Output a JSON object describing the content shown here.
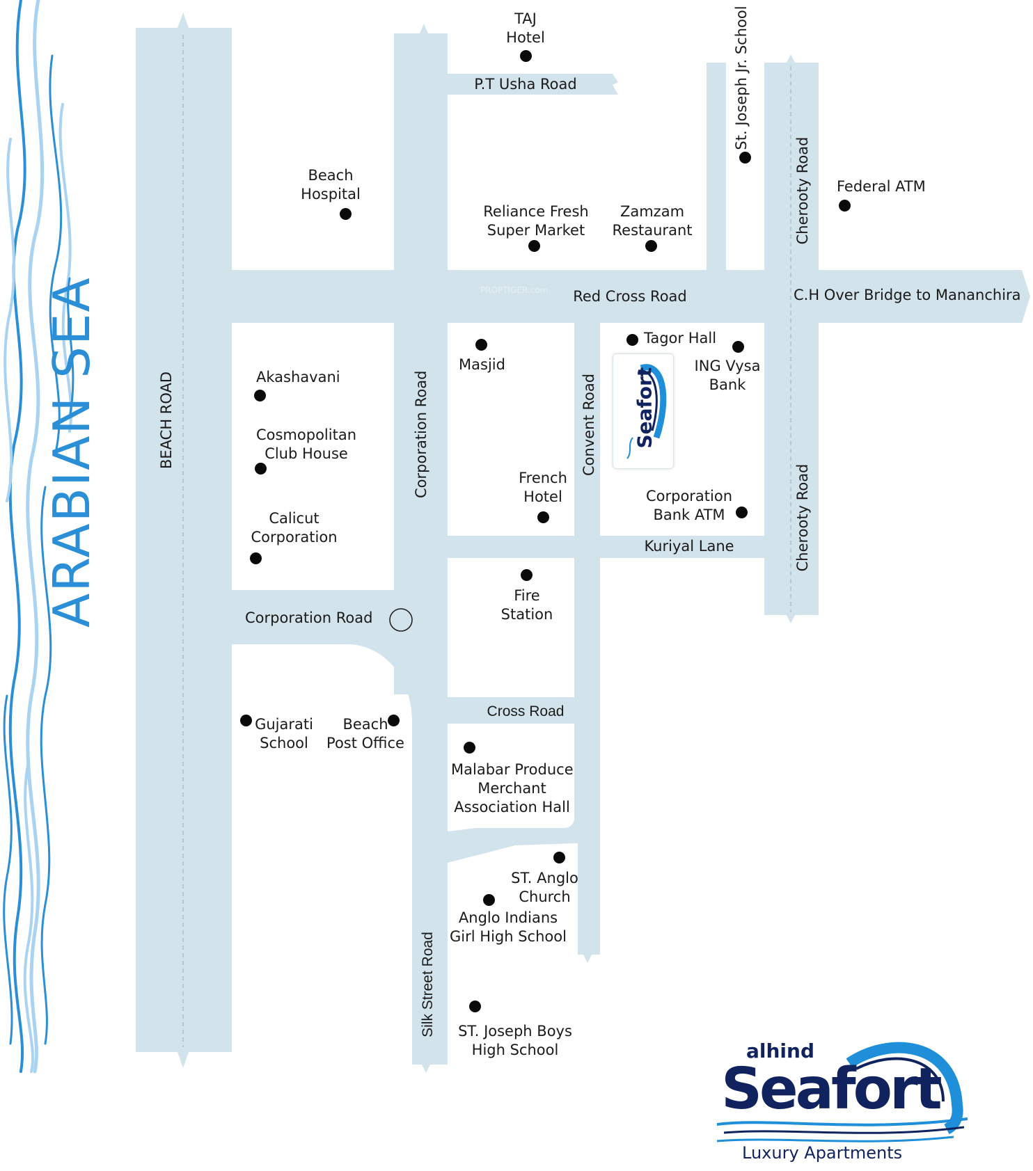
{
  "sea_label": "ARABIAN SEA",
  "colors": {
    "road": "#d3e3eb",
    "sea_wave_dark": "#2a8fd6",
    "sea_wave_light": "#a9d3f0",
    "brand": "#10235f",
    "brand_wave": "#1e8fd8"
  },
  "roads": {
    "beach_road": "BEACH ROAD",
    "pt_usha_road": "P.T Usha Road",
    "st_joseph_jr_school": "St. Joseph Jr. School",
    "cherooty_road_top": "Cherooty Road",
    "cherooty_road_bottom": "Cherooty Road",
    "red_cross_road": "Red Cross Road",
    "ch_over_bridge": "C.H Over Bridge to Mananchira",
    "corporation_road_vertical": "Corporation Road",
    "corporation_road_horizontal": "Corporation Road",
    "convent_road": "Convent Road",
    "kuriyal_lane": "Kuriyal Lane",
    "cross_road": "Cross Road",
    "silk_street_road": "Silk Street Road"
  },
  "landmarks": [
    {
      "id": "taj-hotel",
      "lines": [
        "TAJ",
        "Hotel"
      ]
    },
    {
      "id": "beach-hospital",
      "lines": [
        "Beach",
        "Hospital"
      ]
    },
    {
      "id": "reliance-fresh",
      "lines": [
        "Reliance Fresh",
        "Super Market"
      ]
    },
    {
      "id": "zamzam-restaurant",
      "lines": [
        "Zamzam",
        "Restaurant"
      ]
    },
    {
      "id": "federal-atm",
      "lines": [
        "Federal ATM"
      ]
    },
    {
      "id": "masjid",
      "lines": [
        "Masjid"
      ]
    },
    {
      "id": "tagor-hall",
      "lines": [
        "Tagor Hall"
      ]
    },
    {
      "id": "ing-vysa-bank",
      "lines": [
        "ING Vysa",
        "Bank"
      ]
    },
    {
      "id": "akashavani",
      "lines": [
        "Akashavani"
      ]
    },
    {
      "id": "cosmopolitan-club",
      "lines": [
        "Cosmopolitan",
        "Club House"
      ]
    },
    {
      "id": "calicut-corporation",
      "lines": [
        "Calicut",
        "Corporation"
      ]
    },
    {
      "id": "french-hotel",
      "lines": [
        "French",
        "Hotel"
      ]
    },
    {
      "id": "corporation-bank-atm",
      "lines": [
        "Corporation",
        "Bank ATM"
      ]
    },
    {
      "id": "fire-station",
      "lines": [
        "Fire",
        "Station"
      ]
    },
    {
      "id": "gujarati-school",
      "lines": [
        "Gujarati",
        "School"
      ]
    },
    {
      "id": "beach-post-office",
      "lines": [
        "Beach",
        "Post Office"
      ]
    },
    {
      "id": "malabar-produce",
      "lines": [
        "Malabar Produce",
        "Merchant",
        "Association Hall"
      ]
    },
    {
      "id": "st-anglo-church",
      "lines": [
        "ST. Anglo",
        "Church"
      ]
    },
    {
      "id": "anglo-indians-school",
      "lines": [
        "Anglo Indians",
        "Girl High School"
      ]
    },
    {
      "id": "st-joseph-boys",
      "lines": [
        "ST. Joseph Boys",
        "High School"
      ]
    }
  ],
  "brand": {
    "prefix": "alhind",
    "name": "Seafort",
    "tagline": "Luxury Apartments"
  },
  "watermark": "PROPTIGER.com"
}
